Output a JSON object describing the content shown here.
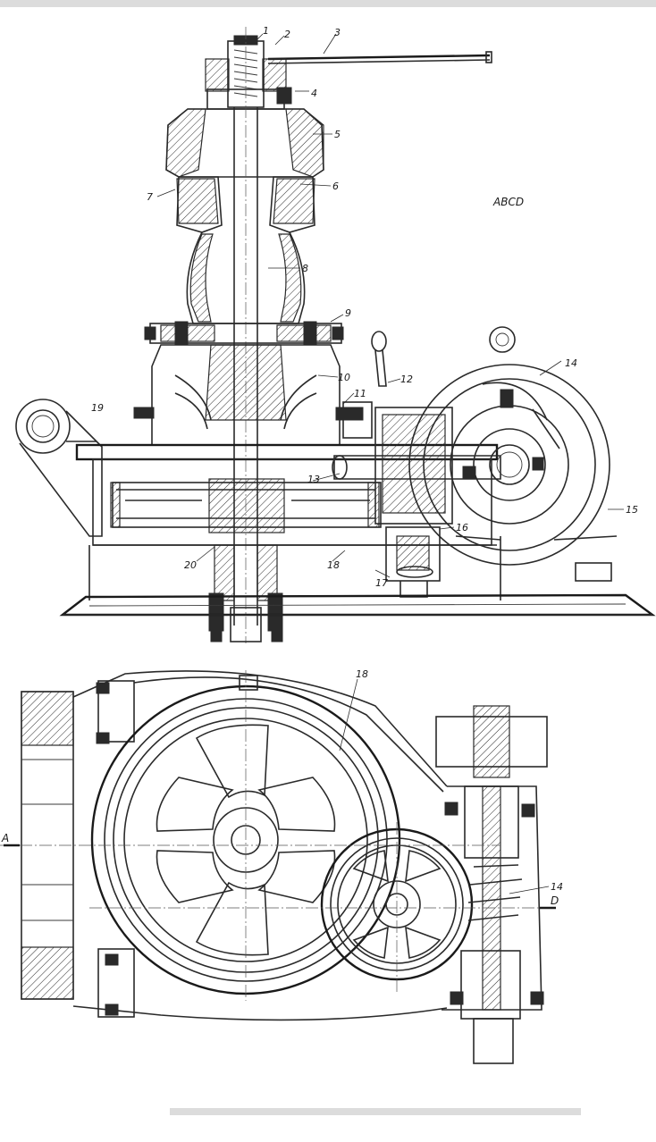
{
  "figure": {
    "tag": "ABCD",
    "callouts": [
      "1",
      "2",
      "3",
      "4",
      "5",
      "6",
      "7",
      "8",
      "9",
      "10",
      "11",
      "12",
      "13",
      "14",
      "15",
      "16",
      "17",
      "18",
      "19",
      "20"
    ],
    "plan_callouts": [
      "18",
      "14"
    ],
    "section_marks": [
      "A",
      "D"
    ]
  }
}
